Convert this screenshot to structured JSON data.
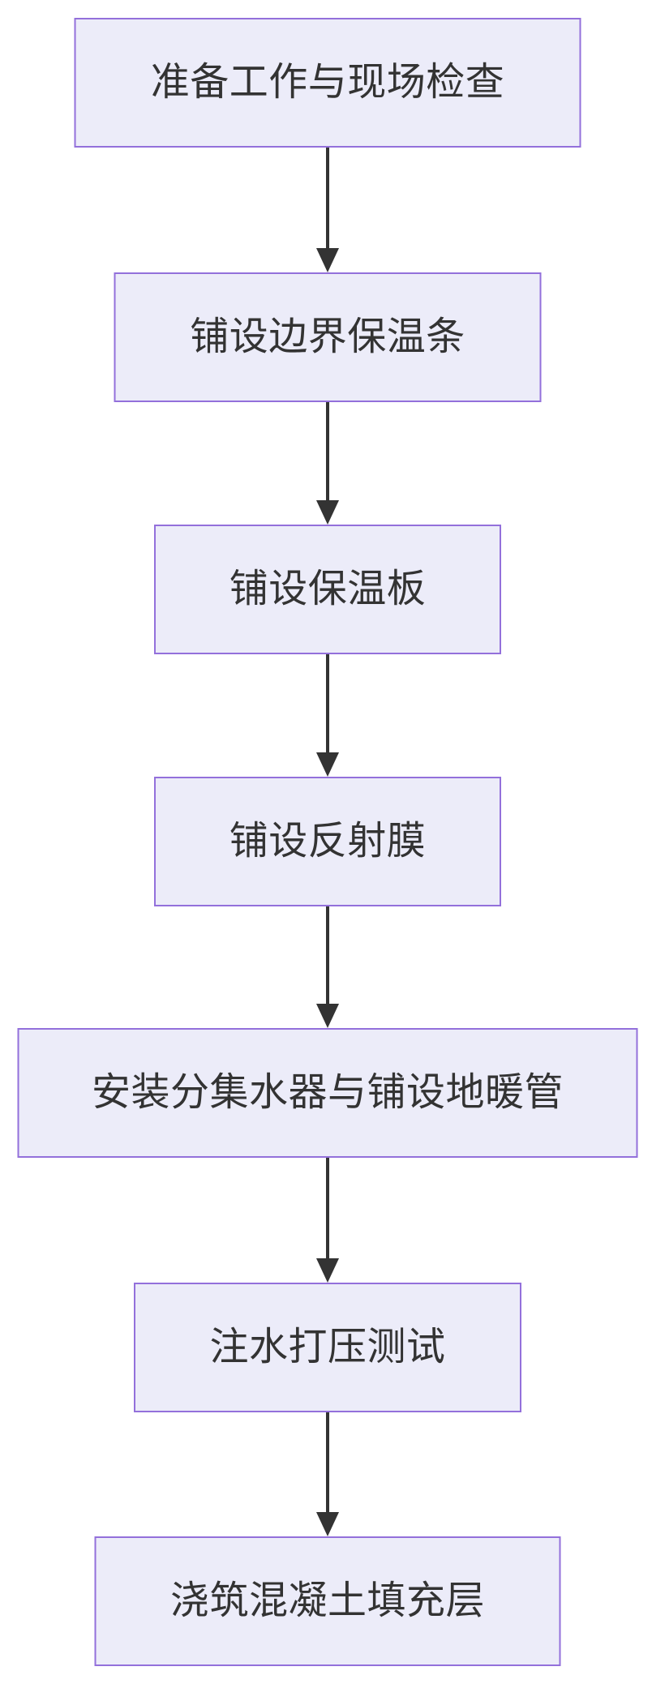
{
  "flowchart": {
    "type": "flowchart",
    "direction": "top-down",
    "background_color": "#FFFFFF",
    "node_style": {
      "fill": "#ECECF9",
      "border_color": "#9370DB",
      "text_color": "#333333",
      "arrow_color": "#333333"
    },
    "nodes": [
      {
        "label": "准备工作与现场检查"
      },
      {
        "label": "铺设边界保温条"
      },
      {
        "label": "铺设保温板"
      },
      {
        "label": "铺设反射膜"
      },
      {
        "label": "安装分集水器与铺设地暖管"
      },
      {
        "label": "注水打压测试"
      },
      {
        "label": "浇筑混凝土填充层"
      }
    ],
    "edges": [
      {
        "from": 0,
        "to": 1
      },
      {
        "from": 1,
        "to": 2
      },
      {
        "from": 2,
        "to": 3
      },
      {
        "from": 3,
        "to": 4
      },
      {
        "from": 4,
        "to": 5
      },
      {
        "from": 5,
        "to": 6
      }
    ]
  }
}
